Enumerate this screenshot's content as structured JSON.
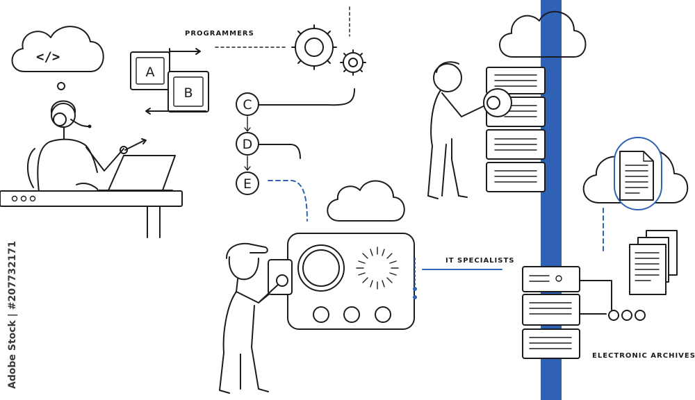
{
  "labels": {
    "programmers": "PROGRAMMERS",
    "it_specialists": "IT SPECIALISTS",
    "electronic_archives": "ELECTRONIC ARCHIVES"
  },
  "flow_blocks": {
    "a": "A",
    "b": "B",
    "c": "C",
    "d": "D",
    "e": "E"
  },
  "code_icon": "</>",
  "watermark": "Adobe Stock | #207732171",
  "colors": {
    "line": "#1b1b1f",
    "accent": "#2f62b5",
    "background": "#ffffff"
  },
  "icons": [
    "cloud-code-icon",
    "headset-icon",
    "laptop-icon",
    "gear-icon",
    "cloud-icon",
    "server-rack-icon",
    "document-icon",
    "knob-dial-icon"
  ]
}
